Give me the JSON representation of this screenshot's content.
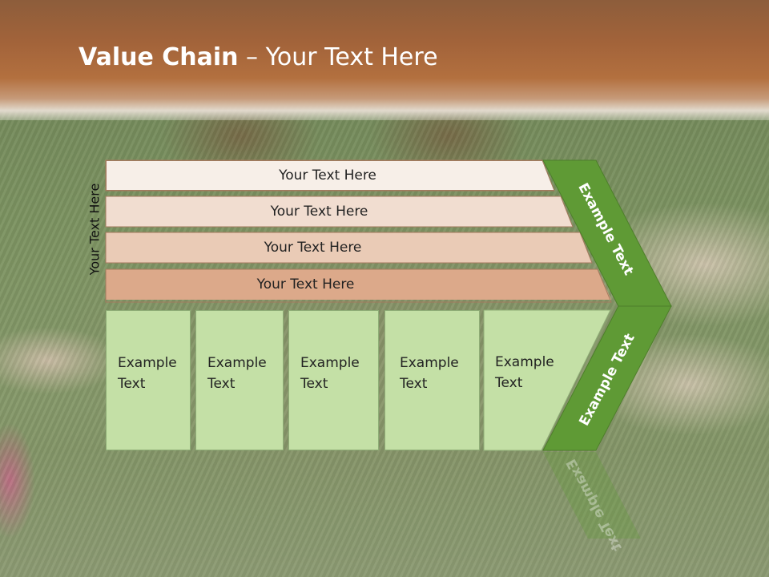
{
  "title": {
    "bold": "Value Chain",
    "rest": " – Your Text Here"
  },
  "side_label": "Your Text Here",
  "bars": [
    {
      "label": "Your Text Here",
      "color": "#f7efe8"
    },
    {
      "label": "Your Text Here",
      "color": "#f1ddd0"
    },
    {
      "label": "Your Text Here",
      "color": "#eacbb6"
    },
    {
      "label": "Your Text Here",
      "color": "#dca98a"
    }
  ],
  "columns": [
    {
      "line1": "Example",
      "line2": "Text"
    },
    {
      "line1": "Example",
      "line2": "Text"
    },
    {
      "line1": "Example",
      "line2": "Text"
    },
    {
      "line1": "Example",
      "line2": "Text"
    },
    {
      "line1": "Example",
      "line2": "Text"
    }
  ],
  "chevron_top_label": "Example Text",
  "chevron_bottom_label": "Example Text",
  "colors": {
    "chevron": "#5f9a35",
    "column_fill": "#c4e0a6",
    "bar_border": "#a47a5e"
  }
}
